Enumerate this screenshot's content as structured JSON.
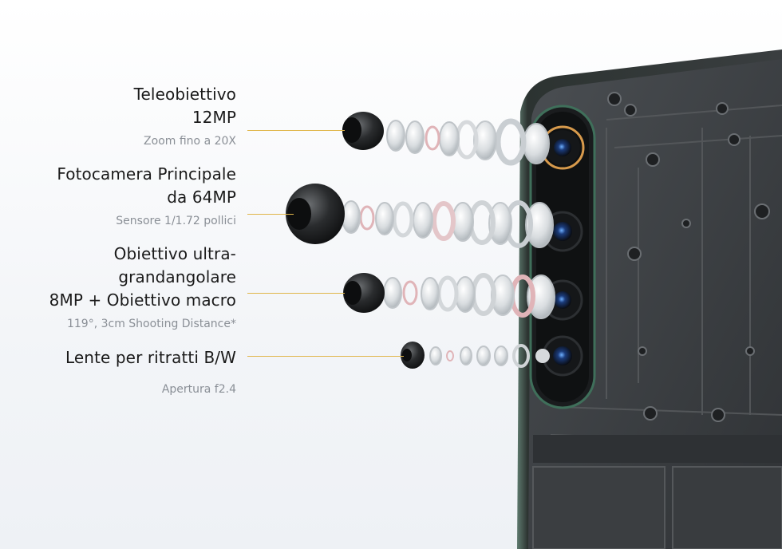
{
  "cameras": [
    {
      "title_lines": [
        "Teleobiettivo",
        "12MP"
      ],
      "subtitle": "Zoom fino a 20X"
    },
    {
      "title_lines": [
        "Fotocamera Principale",
        "da 64MP"
      ],
      "subtitle": "Sensore 1/1.72 pollici"
    },
    {
      "title_lines": [
        "Obiettivo ultra-",
        "grandangolare",
        "8MP + Obiettivo macro"
      ],
      "subtitle": "119°, 3cm Shooting Distance*"
    },
    {
      "title_lines": [
        "Lente per ritratti B/W"
      ],
      "subtitle": "Apertura f2.4"
    }
  ],
  "colors": {
    "accent_line": "#e0b64a",
    "phone_body": "#3a3d40",
    "lens_ring": "#d79a4c"
  }
}
